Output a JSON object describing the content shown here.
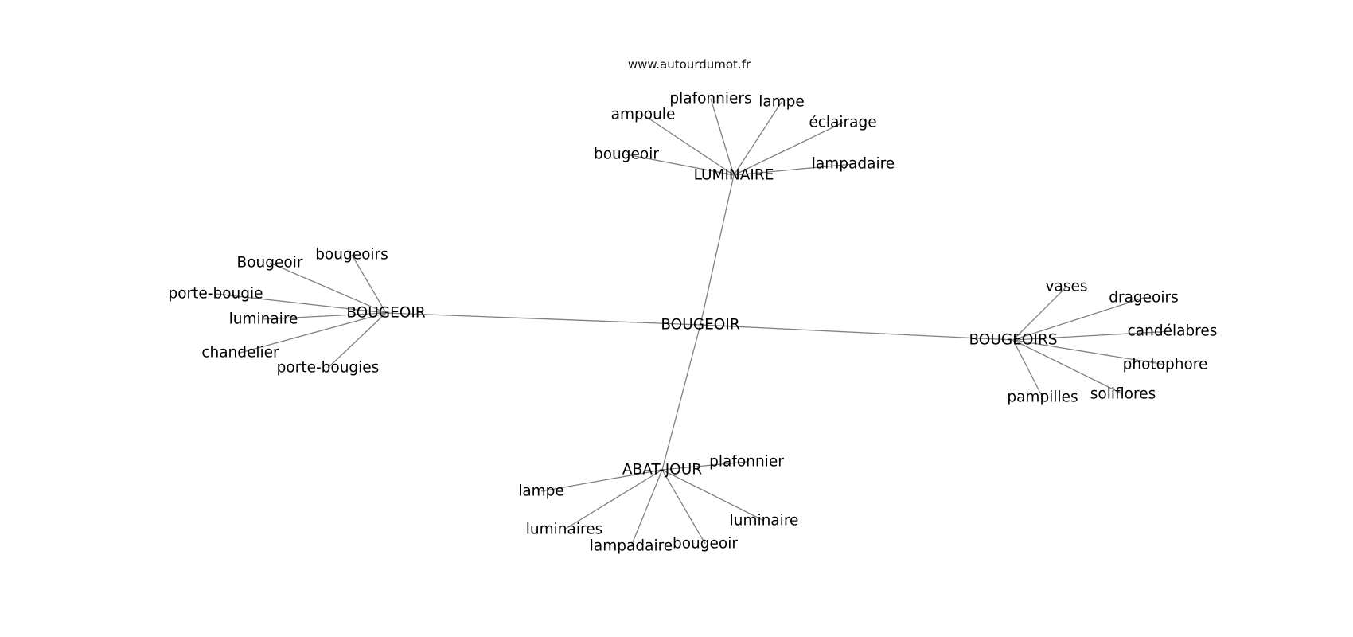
{
  "site": "www.autourdumot.fr",
  "graph": {
    "center": "BOUGEOIR",
    "hubs": [
      {
        "label": "LUMINAIRE",
        "leaves": [
          "ampoule",
          "plafonniers",
          "lampe",
          "éclairage",
          "bougeoir",
          "lampadaire"
        ]
      },
      {
        "label": "BOUGEOIR",
        "leaves": [
          "Bougeoir",
          "bougeoirs",
          "porte-bougie",
          "luminaire",
          "chandelier",
          "porte-bougies"
        ]
      },
      {
        "label": "BOUGEOIRS",
        "leaves": [
          "vases",
          "drageoirs",
          "candélabres",
          "photophore",
          "soliflores",
          "pampilles"
        ]
      },
      {
        "label": "ABAT-JOUR",
        "leaves": [
          "plafonnier",
          "lampe",
          "luminaires",
          "luminaire",
          "lampadaire",
          "bougeoir"
        ]
      }
    ]
  },
  "colors": {
    "edge": "#808080",
    "text": "#000000",
    "background": "#ffffff"
  }
}
